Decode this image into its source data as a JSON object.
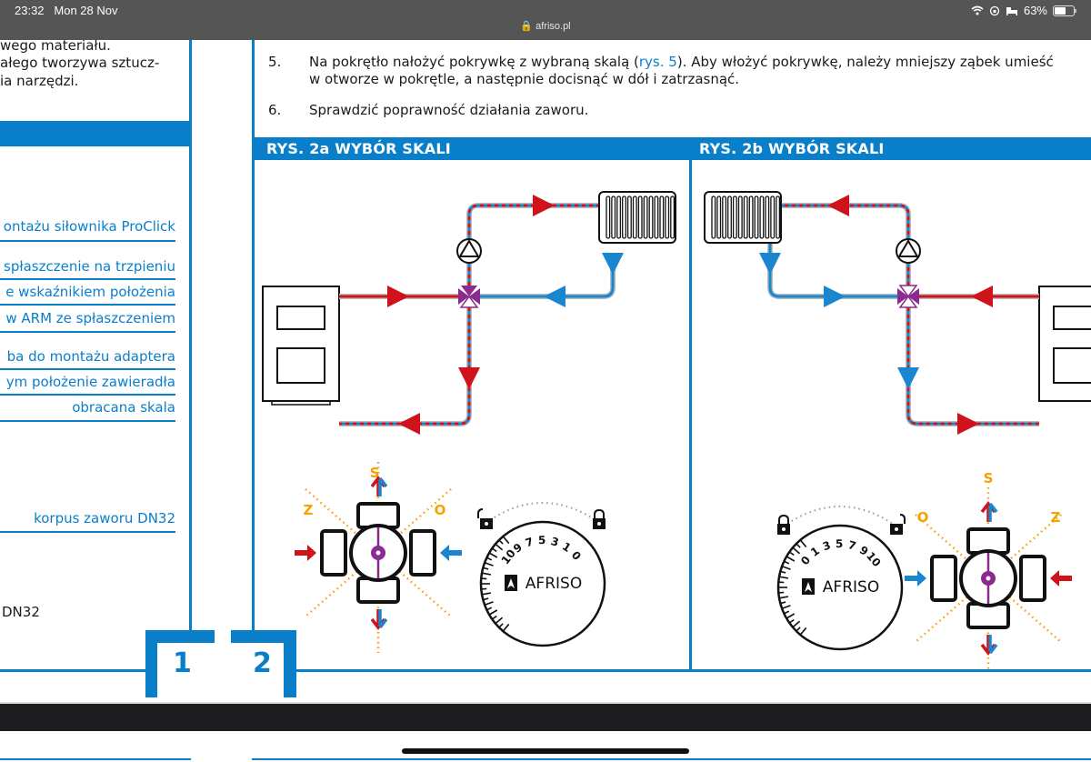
{
  "status_bar": {
    "time": "23:32",
    "date": "Mon 28 Nov",
    "url": "afriso.pl",
    "battery_percent": "63%",
    "battery_level": 0.63,
    "icons": [
      "wifi-icon",
      "orientation-lock-icon",
      "sleep-icon",
      "battery-icon"
    ]
  },
  "left_column": {
    "intro_lines": [
      "wego materiału.",
      "ałego tworzywa sztucz-",
      "ia narzędzi."
    ],
    "links": [
      "ontażu siłownika ProClick",
      "spłaszczenie na trzpieniu",
      "e wskaźnikiem położenia",
      "w ARM ze spłaszczeniem",
      "ba do montażu adaptera",
      "ym położenie zawieradła",
      "obracana skala",
      "korpus zaworu DN32"
    ],
    "footer_text": "DN32"
  },
  "instructions": {
    "steps": [
      {
        "number": "5.",
        "line1_pre": "Na pokrętło nałożyć pokrywkę z wybraną skalą (",
        "line1_link": "rys. 5",
        "line1_post": "). Aby włożyć pokrywkę, należy mniejszy ząbek umieść",
        "line2": "w otworze w pokrętle, a następnie docisnąć w dół i zatrzasnąć."
      },
      {
        "number": "6.",
        "line1_pre": "Sprawdzić poprawność działania zaworu."
      }
    ]
  },
  "figures": [
    {
      "title": "RYS. 2a WYBÓR SKALI",
      "valve_labels": {
        "s": "S",
        "z": "Z",
        "o": "O"
      },
      "dial_scale": [
        "10",
        "9",
        "7",
        "5",
        "3",
        "1",
        "0"
      ],
      "dial_brand": "AFRISO"
    },
    {
      "title": "RYS. 2b WYBÓR SKALI",
      "valve_labels": {
        "s": "S",
        "z": "Z",
        "o": "O"
      },
      "dial_scale": [
        "0",
        "1",
        "3",
        "5",
        "7",
        "9",
        "10"
      ],
      "dial_brand": "AFRISO"
    }
  ],
  "page_tabs": [
    "1",
    "2"
  ],
  "colors": {
    "accent_blue": "#0a7fc9",
    "hot_red": "#d0121b",
    "cold_blue": "#1a86d0",
    "valve_purple": "#8b2a8f",
    "label_orange": "#f5a200"
  }
}
